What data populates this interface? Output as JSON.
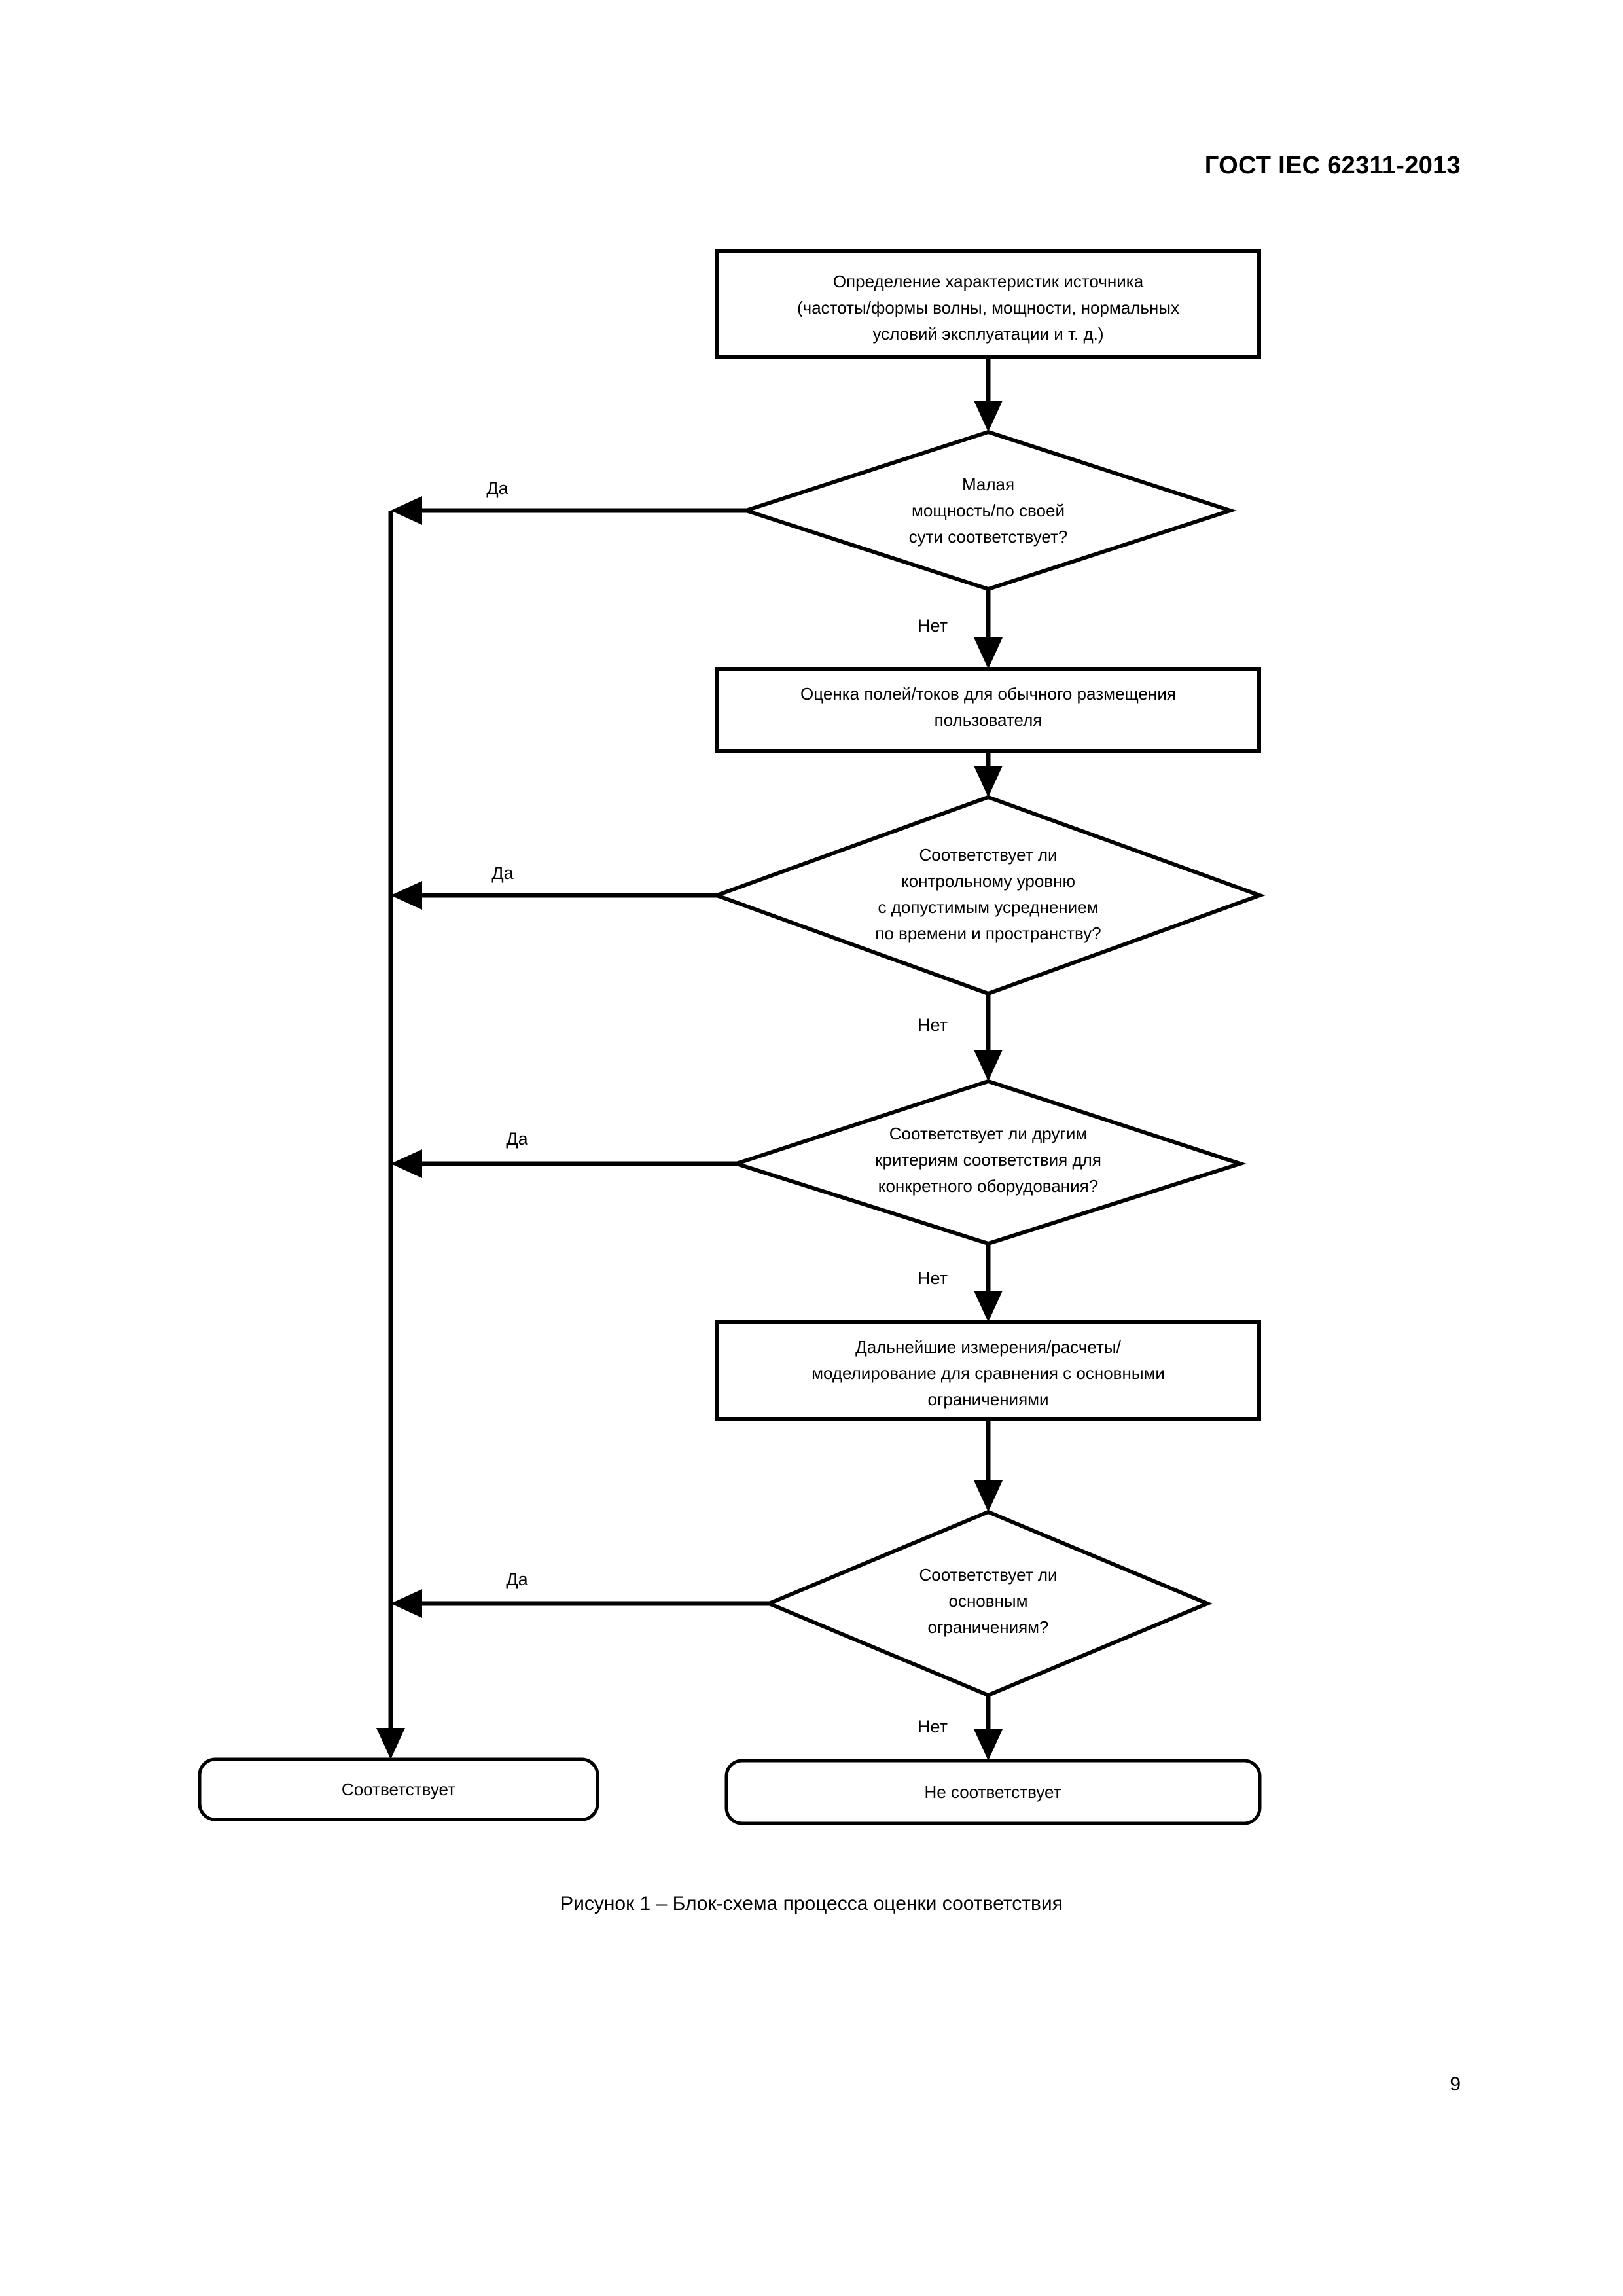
{
  "document": {
    "header_title": "ГОСТ IEC 62311-2013",
    "page_number": "9",
    "figure_caption": "Рисунок 1 – Блок-схема процесса оценки соответствия"
  },
  "flowchart": {
    "title": "Блок-схема процесса оценки соответствия",
    "type": "flowchart",
    "nodes": [
      {
        "id": "source-characterization",
        "shape": "process",
        "lines": [
          "Определение характеристик источника",
          "(частоты/формы волны, мощности, нормальных",
          "условий эксплуатации и т. д.)"
        ]
      },
      {
        "id": "low-power-decision",
        "shape": "decision",
        "lines": [
          "Малая",
          "мощность/по своей",
          "сути соответствует?"
        ]
      },
      {
        "id": "field-current-assessment",
        "shape": "process",
        "lines": [
          "Оценка полей/токов для обычного размещения",
          "пользователя"
        ]
      },
      {
        "id": "reference-level-decision",
        "shape": "decision",
        "lines": [
          "Соответствует ли",
          "контрольному уровню",
          "с допустимым усреднением",
          "по времени и пространству?"
        ]
      },
      {
        "id": "other-criteria-decision",
        "shape": "decision",
        "lines": [
          "Соответствует ли другим",
          "критериям соответствия для",
          "конкретного оборудования?"
        ]
      },
      {
        "id": "further-measurements",
        "shape": "process",
        "lines": [
          "Дальнейшие измерения/расчеты/",
          "моделирование для сравнения с основными",
          "ограничениями"
        ]
      },
      {
        "id": "basic-restrictions-decision",
        "shape": "decision",
        "lines": [
          "Соответствует ли",
          "основным",
          "ограничениям?"
        ]
      },
      {
        "id": "terminal-compliant",
        "shape": "terminator",
        "lines": [
          "Соответствует"
        ]
      },
      {
        "id": "terminal-not-compliant",
        "shape": "terminator",
        "lines": [
          "Не соответствует"
        ]
      }
    ],
    "edge_labels": {
      "yes_1": "Да",
      "no_1": "Нет",
      "yes_2": "Да",
      "no_2": "Нет",
      "yes_3": "Да",
      "no_3": "Нет",
      "yes_4": "Да",
      "no_4": "Нет"
    },
    "colors": {
      "stroke": "#000000",
      "fill": "#ffffff",
      "text": "#000000"
    }
  }
}
